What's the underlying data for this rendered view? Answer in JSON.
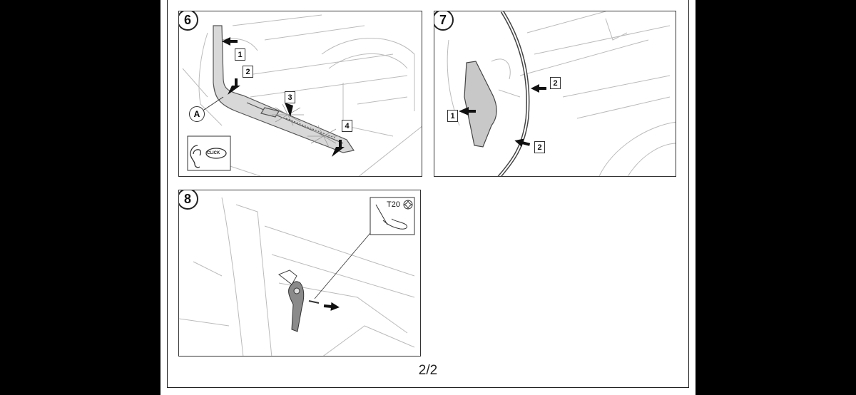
{
  "page": {
    "number": "2/2"
  },
  "steps": [
    {
      "number": "6",
      "callouts": [
        "1",
        "2",
        "3",
        "4"
      ],
      "part_label": "A",
      "sound_icon": "ear-icon",
      "sound_text": "CLICK"
    },
    {
      "number": "7",
      "callouts": [
        "1",
        "2",
        "2"
      ]
    },
    {
      "number": "8",
      "tool": {
        "label": "T20",
        "icon": "torx-icon"
      }
    }
  ],
  "colors": {
    "background": "#000000",
    "page": "#ffffff",
    "line": "#333333",
    "part_fill": "#bdbdbd"
  }
}
